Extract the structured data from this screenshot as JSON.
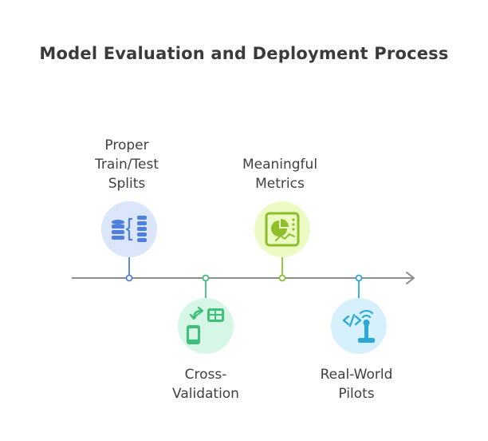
{
  "title": "Model Evaluation and Deployment Process",
  "steps": [
    {
      "lines": [
        "Proper",
        "Train/Test",
        "Splits"
      ],
      "icon": "database-split-icon",
      "circle_color": "#dbe6fb",
      "accent": "#4f7fdc"
    },
    {
      "lines": [
        "Cross-",
        "Validation"
      ],
      "icon": "cross-device-swap-icon",
      "circle_color": "#d7f7e6",
      "accent": "#3fbf7a"
    },
    {
      "lines": [
        "Meaningful",
        "Metrics"
      ],
      "icon": "metrics-dashboard-icon",
      "circle_color": "#ecfac3",
      "accent": "#8cbf2a"
    },
    {
      "lines": [
        "Real-World",
        "Pilots"
      ],
      "icon": "robot-arm-signal-icon",
      "circle_color": "#d6f1fb",
      "accent": "#2aa9d8"
    }
  ],
  "timeline_color": "#8c8c8c"
}
